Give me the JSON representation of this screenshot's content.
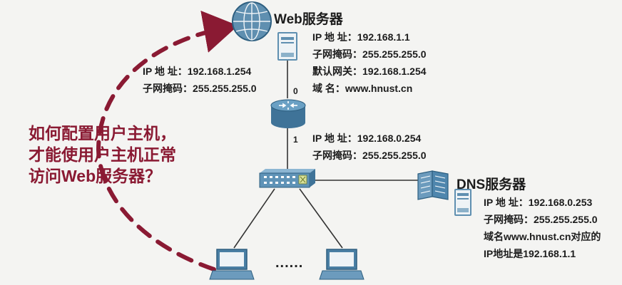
{
  "web_server": {
    "title": "Web服务器",
    "lines": [
      "IP 地  址：192.168.1.1",
      "子网掩码：255.255.255.0",
      "默认网关：192.168.1.254",
      "域      名：www.hnust.cn"
    ]
  },
  "router": {
    "port_top": "0",
    "port_bottom": "1",
    "left_lines": [
      "IP 地  址：192.168.1.254",
      "子网掩码：255.255.255.0"
    ],
    "right_lines": [
      "IP 地  址：192.168.0.254",
      "子网掩码：255.255.255.0"
    ]
  },
  "dns_server": {
    "title": "DNS服务器",
    "lines": [
      "IP 地  址：192.168.0.253",
      "子网掩码：255.255.255.0",
      "域名www.hnust.cn对应的",
      "IP地址是192.168.1.1"
    ]
  },
  "question": {
    "lines": [
      "如何配置用户主机，",
      "才能使用户主机正常",
      "访问Web服务器？"
    ]
  },
  "hosts": {
    "ellipsis": "......"
  },
  "colors": {
    "accent": "#8a1a33",
    "device_blue": "#5f93b7",
    "device_dark": "#2e5f80",
    "line": "#333333"
  }
}
